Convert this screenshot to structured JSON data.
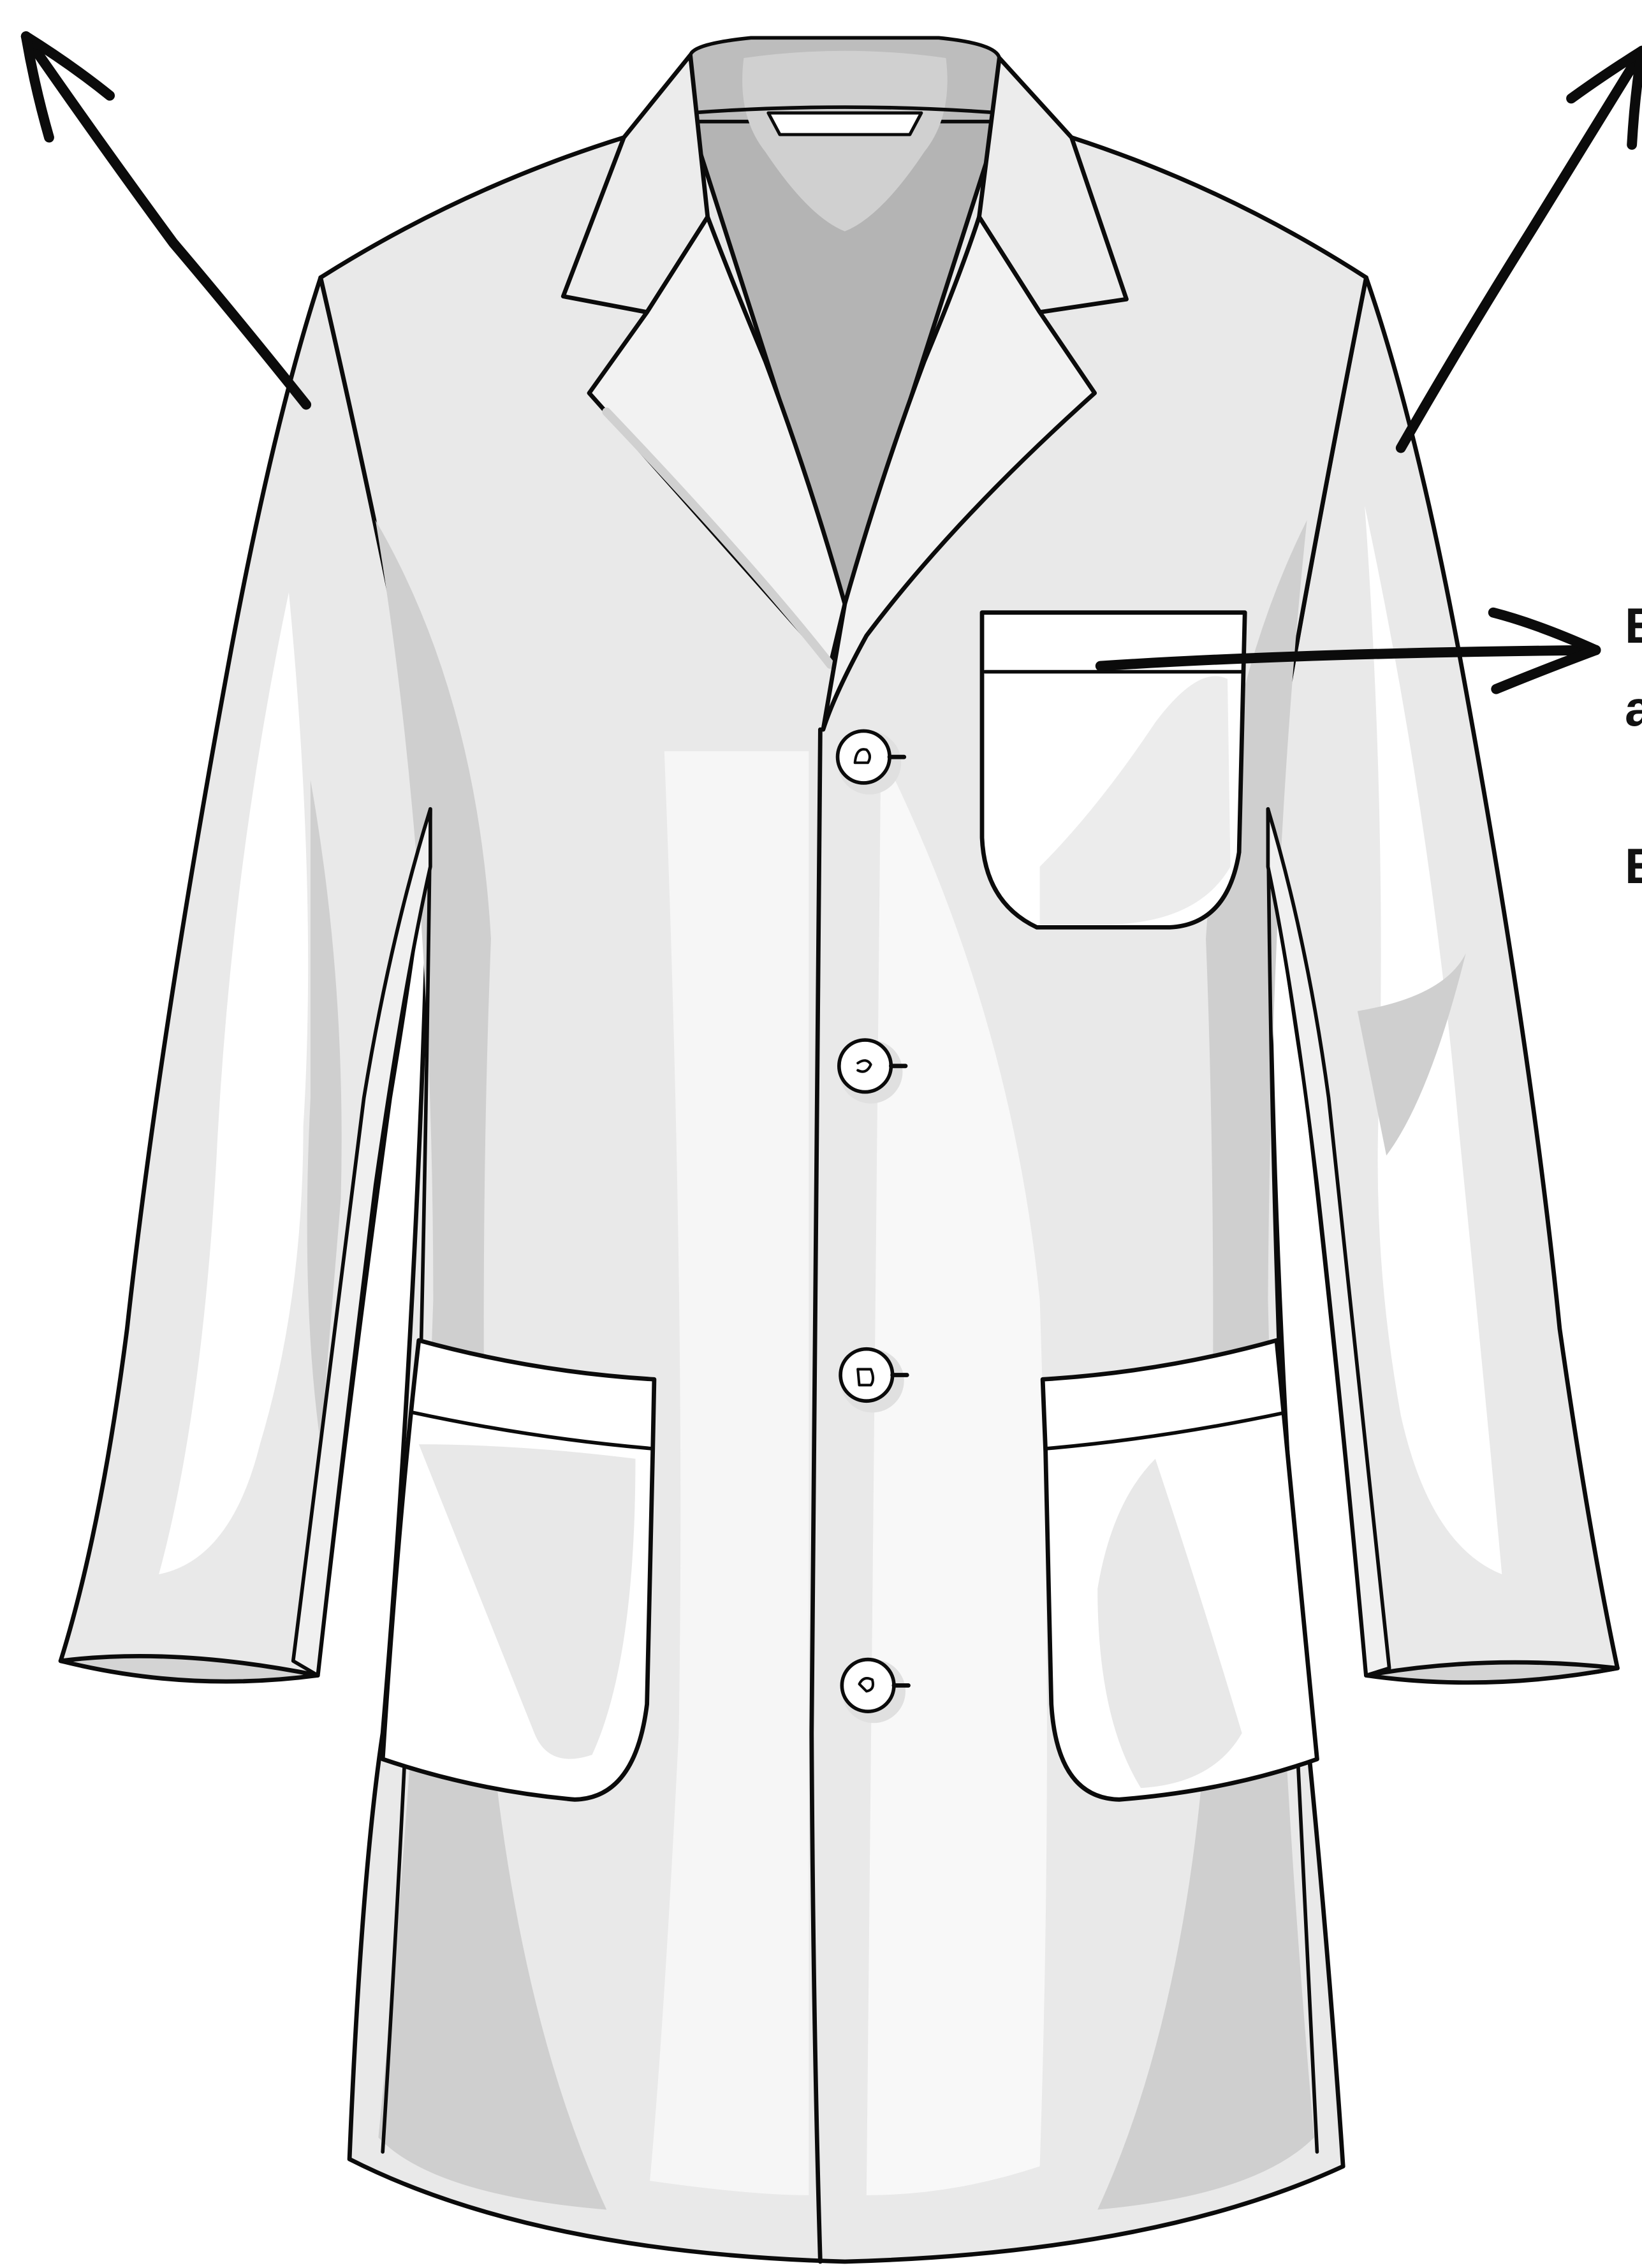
{
  "figure": {
    "subject": "lab-coat",
    "callouts": [
      {
        "id": "callout-1",
        "text": "E"
      },
      {
        "id": "callout-2",
        "text": "a"
      },
      {
        "id": "callout-3",
        "text": "E"
      }
    ]
  },
  "colors": {
    "outline": "#0b0b0b",
    "fabric": "#e9e9e9",
    "fabric_light": "#ffffff",
    "shadow": "#cfcfcf",
    "inner_collar": "#b4b4b4"
  }
}
